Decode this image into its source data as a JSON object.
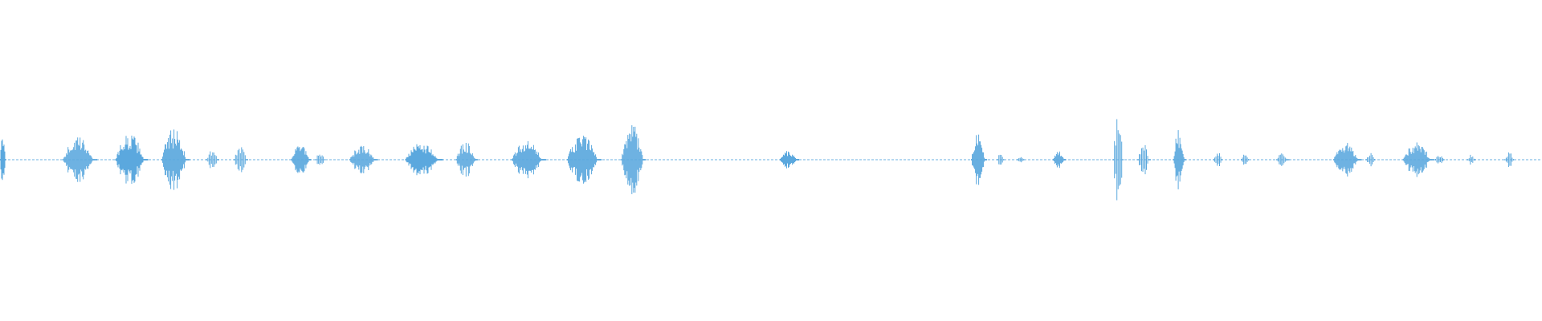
{
  "waveform": {
    "color": "#5ba8de",
    "background": "#ffffff",
    "amplitude_scale": "linear",
    "baseline": "centered",
    "bursts": [
      {
        "t": 0.0,
        "w": 0.004,
        "amp": 0.16,
        "dense": true
      },
      {
        "t": 0.041,
        "w": 0.022,
        "amp": 0.16,
        "dense": true
      },
      {
        "t": 0.075,
        "w": 0.021,
        "amp": 0.18,
        "dense": true
      },
      {
        "t": 0.105,
        "w": 0.018,
        "amp": 0.22,
        "dense": true
      },
      {
        "t": 0.134,
        "w": 0.008,
        "amp": 0.07,
        "dense": false
      },
      {
        "t": 0.152,
        "w": 0.009,
        "amp": 0.11,
        "dense": false
      },
      {
        "t": 0.189,
        "w": 0.013,
        "amp": 0.11,
        "dense": true
      },
      {
        "t": 0.205,
        "w": 0.006,
        "amp": 0.06,
        "dense": false
      },
      {
        "t": 0.227,
        "w": 0.018,
        "amp": 0.1,
        "dense": true
      },
      {
        "t": 0.263,
        "w": 0.024,
        "amp": 0.12,
        "dense": true
      },
      {
        "t": 0.296,
        "w": 0.014,
        "amp": 0.13,
        "dense": true
      },
      {
        "t": 0.332,
        "w": 0.022,
        "amp": 0.13,
        "dense": true
      },
      {
        "t": 0.368,
        "w": 0.022,
        "amp": 0.18,
        "dense": true
      },
      {
        "t": 0.403,
        "w": 0.016,
        "amp": 0.26,
        "dense": true
      },
      {
        "t": 0.506,
        "w": 0.012,
        "amp": 0.07,
        "dense": true
      },
      {
        "t": 0.63,
        "w": 0.01,
        "amp": 0.19,
        "dense": true
      },
      {
        "t": 0.647,
        "w": 0.004,
        "amp": 0.05,
        "dense": false
      },
      {
        "t": 0.66,
        "w": 0.004,
        "amp": 0.03,
        "dense": false
      },
      {
        "t": 0.683,
        "w": 0.008,
        "amp": 0.06,
        "dense": true
      },
      {
        "t": 0.722,
        "w": 0.007,
        "amp": 0.34,
        "dense": false
      },
      {
        "t": 0.738,
        "w": 0.008,
        "amp": 0.13,
        "dense": false
      },
      {
        "t": 0.761,
        "w": 0.008,
        "amp": 0.22,
        "dense": true
      },
      {
        "t": 0.787,
        "w": 0.006,
        "amp": 0.06,
        "dense": false
      },
      {
        "t": 0.805,
        "w": 0.005,
        "amp": 0.05,
        "dense": false
      },
      {
        "t": 0.828,
        "w": 0.008,
        "amp": 0.05,
        "dense": false
      },
      {
        "t": 0.865,
        "w": 0.018,
        "amp": 0.12,
        "dense": true
      },
      {
        "t": 0.886,
        "w": 0.006,
        "amp": 0.05,
        "dense": false
      },
      {
        "t": 0.91,
        "w": 0.02,
        "amp": 0.12,
        "dense": true
      },
      {
        "t": 0.931,
        "w": 0.006,
        "amp": 0.04,
        "dense": false
      },
      {
        "t": 0.952,
        "w": 0.005,
        "amp": 0.04,
        "dense": false
      },
      {
        "t": 0.976,
        "w": 0.006,
        "amp": 0.06,
        "dense": false
      }
    ]
  }
}
